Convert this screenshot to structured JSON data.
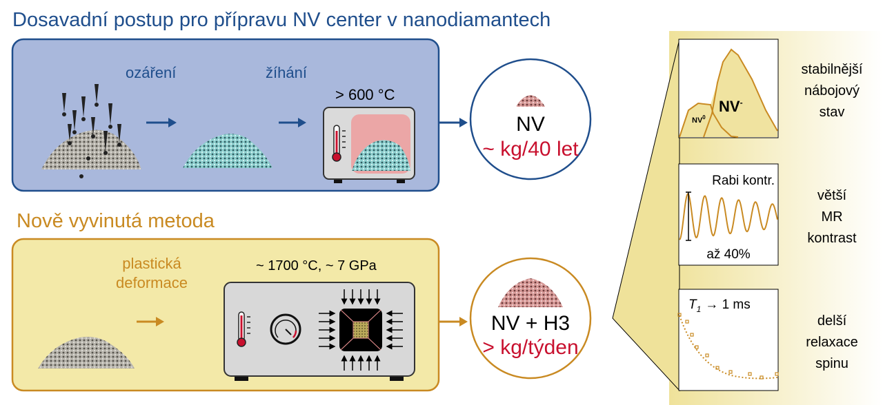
{
  "title_old": "Dosavadní postup pro přípravu NV center v nanodiamantech",
  "title_new": "Nově vyvinutá metoda",
  "old_process": {
    "step1": "ozáření",
    "step2": "žíhání",
    "temperature": "> 600 °C",
    "result_label": "NV",
    "result_rate": "~ kg/40 let"
  },
  "new_process": {
    "step1_line1": "plastická",
    "step1_line2": "deformace",
    "conditions": "~ 1700 °C, ~ 7 GPa",
    "result_label": "NV + H3",
    "result_rate": "> kg/týden"
  },
  "benefits": [
    {
      "panel_label": "NV",
      "panel_label_sup": "-",
      "panel_label2": "NV",
      "panel_label2_sup": "0",
      "line1": "stabilnější",
      "line2": "nábojový",
      "line3": "stav"
    },
    {
      "panel_label": "Rabi kontr.",
      "panel_label2": "až 40%",
      "line1": "větší",
      "line2": "MR",
      "line3": "kontrast"
    },
    {
      "panel_label": "T",
      "panel_label_sub": "1",
      "panel_label2": "→ 1 ms",
      "line1": "delší",
      "line2": "relaxace",
      "line3": "spinu"
    }
  ],
  "colors": {
    "blue": "#1f4e8c",
    "orange": "#c98a22",
    "red": "#c8102e",
    "blue_box": "#a9b8dc",
    "yellow_box": "#f3e9a8"
  }
}
